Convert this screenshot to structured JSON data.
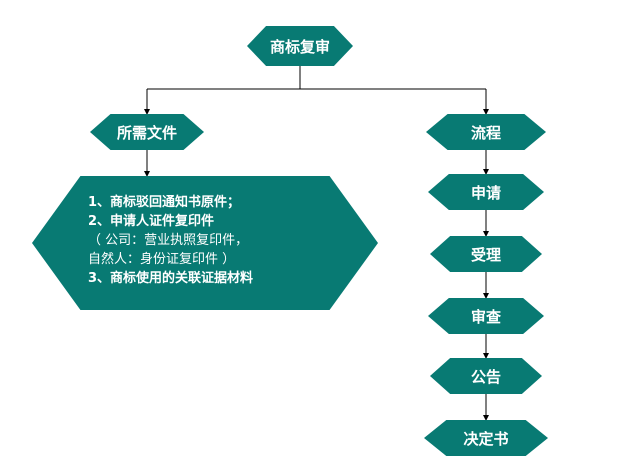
{
  "diagram": {
    "root": "商标复审",
    "left_branch": {
      "title": "所需文件",
      "details": [
        "1、商标驳回通知书原件；",
        "2、申请人证件复印件",
        "（ 公司：营业执照复印件，",
        "自然人：身份证复印件 ）",
        "3、商标使用的关联证据材料"
      ]
    },
    "right_branch": {
      "title": "流程",
      "steps": [
        "申请",
        "受理",
        "审查",
        "公告",
        "决定书"
      ]
    },
    "colors": {
      "node_fill": "#087A73",
      "node_text": "#FFFFFF",
      "line": "#000000"
    }
  }
}
